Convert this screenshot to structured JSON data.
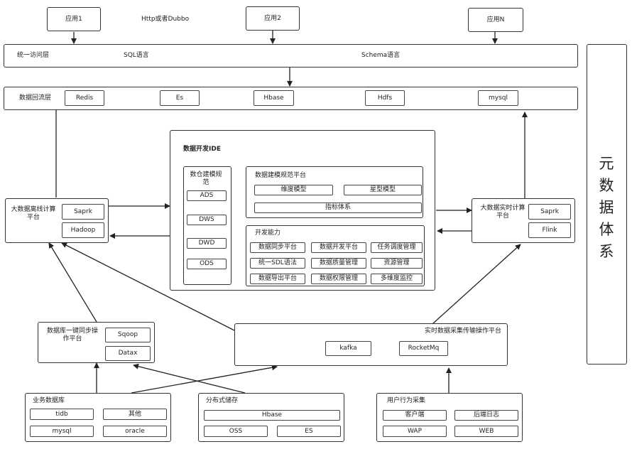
{
  "apps": [
    "应用1",
    "应用2",
    "应用N"
  ],
  "protocol": "Http或者Dubbo",
  "access": {
    "title": "统一访问层",
    "sql": "SQL语言",
    "schema": "Schema语言"
  },
  "reflow": {
    "title": "数据回流层",
    "items": [
      "Redis",
      "Es",
      "Hbase",
      "Hdfs",
      "mysql"
    ]
  },
  "ide": {
    "title": "数据开发IDE",
    "warehouse": {
      "title": "数仓建模规范",
      "layers": [
        "ADS",
        "DWS",
        "DWD",
        "ODS"
      ]
    },
    "modeling": {
      "title": "数据建模规范平台",
      "items": [
        "维度模型",
        "星型模型"
      ],
      "metrics": "指标体系"
    },
    "capabilities": {
      "title": "开发能力",
      "items": [
        "数据同步平台",
        "数据开发平台",
        "任务调度管理",
        "统一SDL语法",
        "数据质量管理",
        "资源管理",
        "数据导出平台",
        "数据权限管理",
        "多维度监控"
      ]
    }
  },
  "offline": {
    "title": "大数据离线计算平台",
    "items": [
      "Saprk",
      "Hadoop"
    ]
  },
  "realtime": {
    "title": "大数据实时计算平台",
    "items": [
      "Saprk",
      "Flink"
    ]
  },
  "sync": {
    "title": "数据库一键同步操作平台",
    "items": [
      "Sqoop",
      "Datax"
    ]
  },
  "rtcollect": {
    "title": "实时数据采集传输操作平台",
    "items": [
      "kafka",
      "RocketMq"
    ]
  },
  "bizdb": {
    "title": "业务数据库",
    "items": [
      "tidb",
      "其他",
      "mysql",
      "oracle"
    ]
  },
  "dist": {
    "title": "分布式储存",
    "items": [
      "Hbase",
      "OSS",
      "ES"
    ]
  },
  "behavior": {
    "title": "用户行为采集",
    "items": [
      "客户端",
      "后端日志",
      "WAP",
      "WEB"
    ]
  },
  "meta": {
    "title": [
      "元",
      "数",
      "据",
      "体",
      "系"
    ]
  }
}
